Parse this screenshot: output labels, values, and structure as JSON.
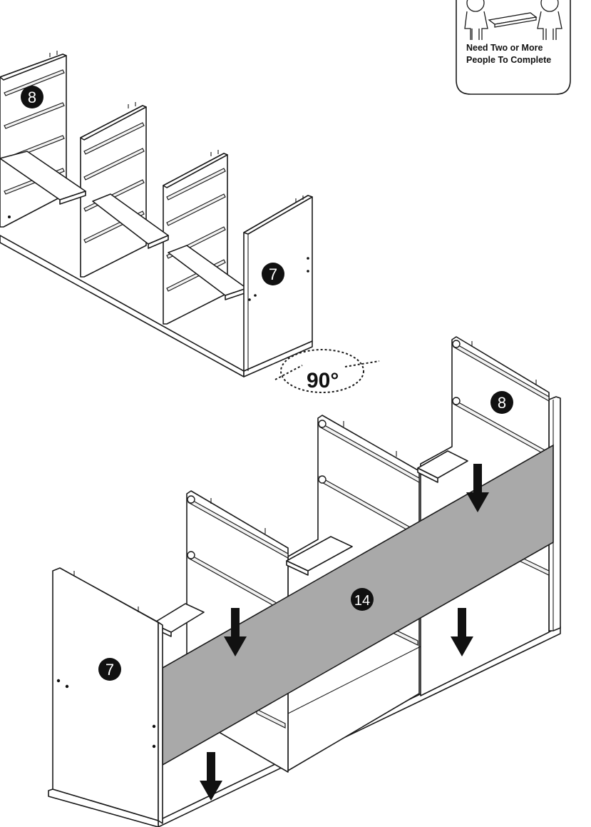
{
  "warning_box": {
    "line1": "Need Two or More",
    "line2": "People To Complete"
  },
  "parts": {
    "side_panel": "7",
    "divider_panel": "8",
    "back_panel": "14"
  },
  "rotation": {
    "angle": "90°"
  },
  "colors": {
    "back_panel_fill": "#a9a9a9",
    "badge_fill": "#111111",
    "line": "#1a1a1a"
  }
}
